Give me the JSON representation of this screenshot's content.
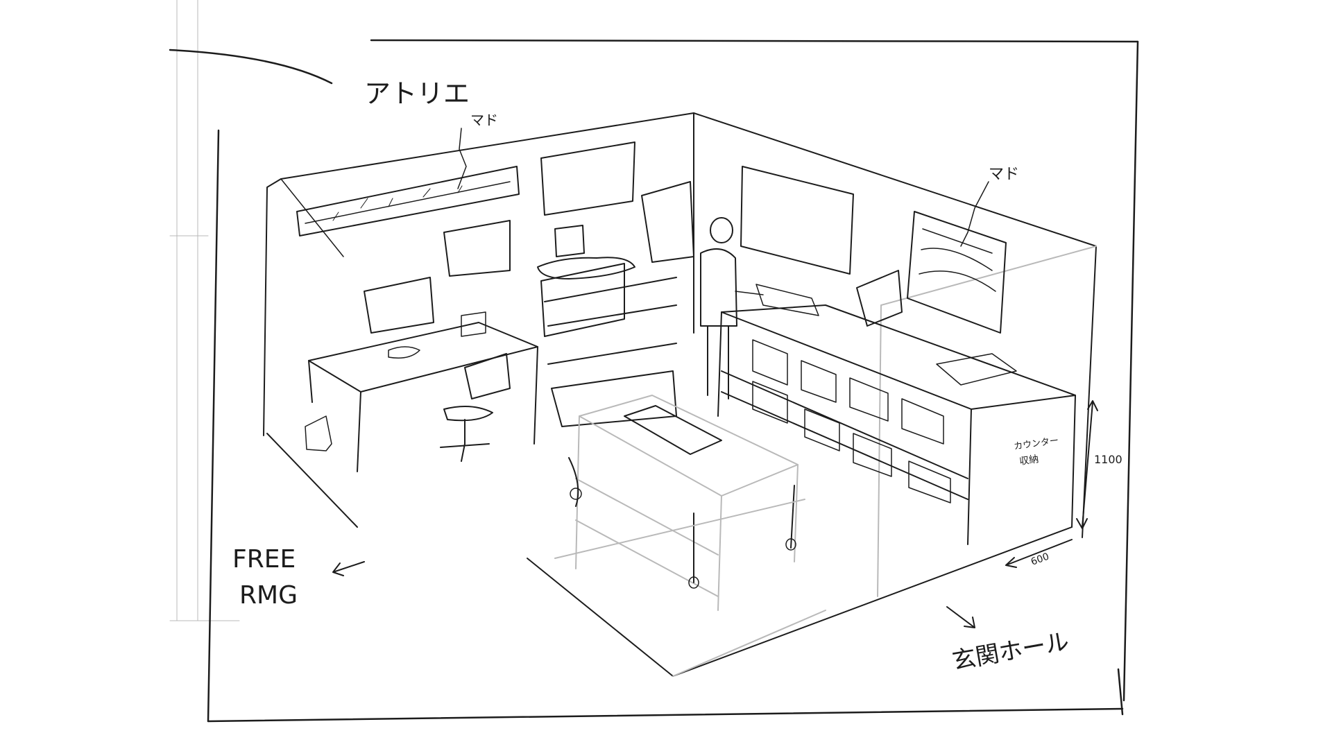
{
  "sketch": {
    "room_label": "アトリエ",
    "window_label_left": "マド",
    "window_label_right": "マド",
    "counter_label_line1": "カウンター",
    "counter_label_line2": "収納",
    "height_dimension": "1100",
    "depth_dimension": "600",
    "free_room_line1": "FREE",
    "free_room_line2": "RMG",
    "entrance_label": "玄関ホール"
  },
  "colors": {
    "ink": "#1c1c1c",
    "faint": "#b9b9b9",
    "paper": "#ffffff"
  }
}
